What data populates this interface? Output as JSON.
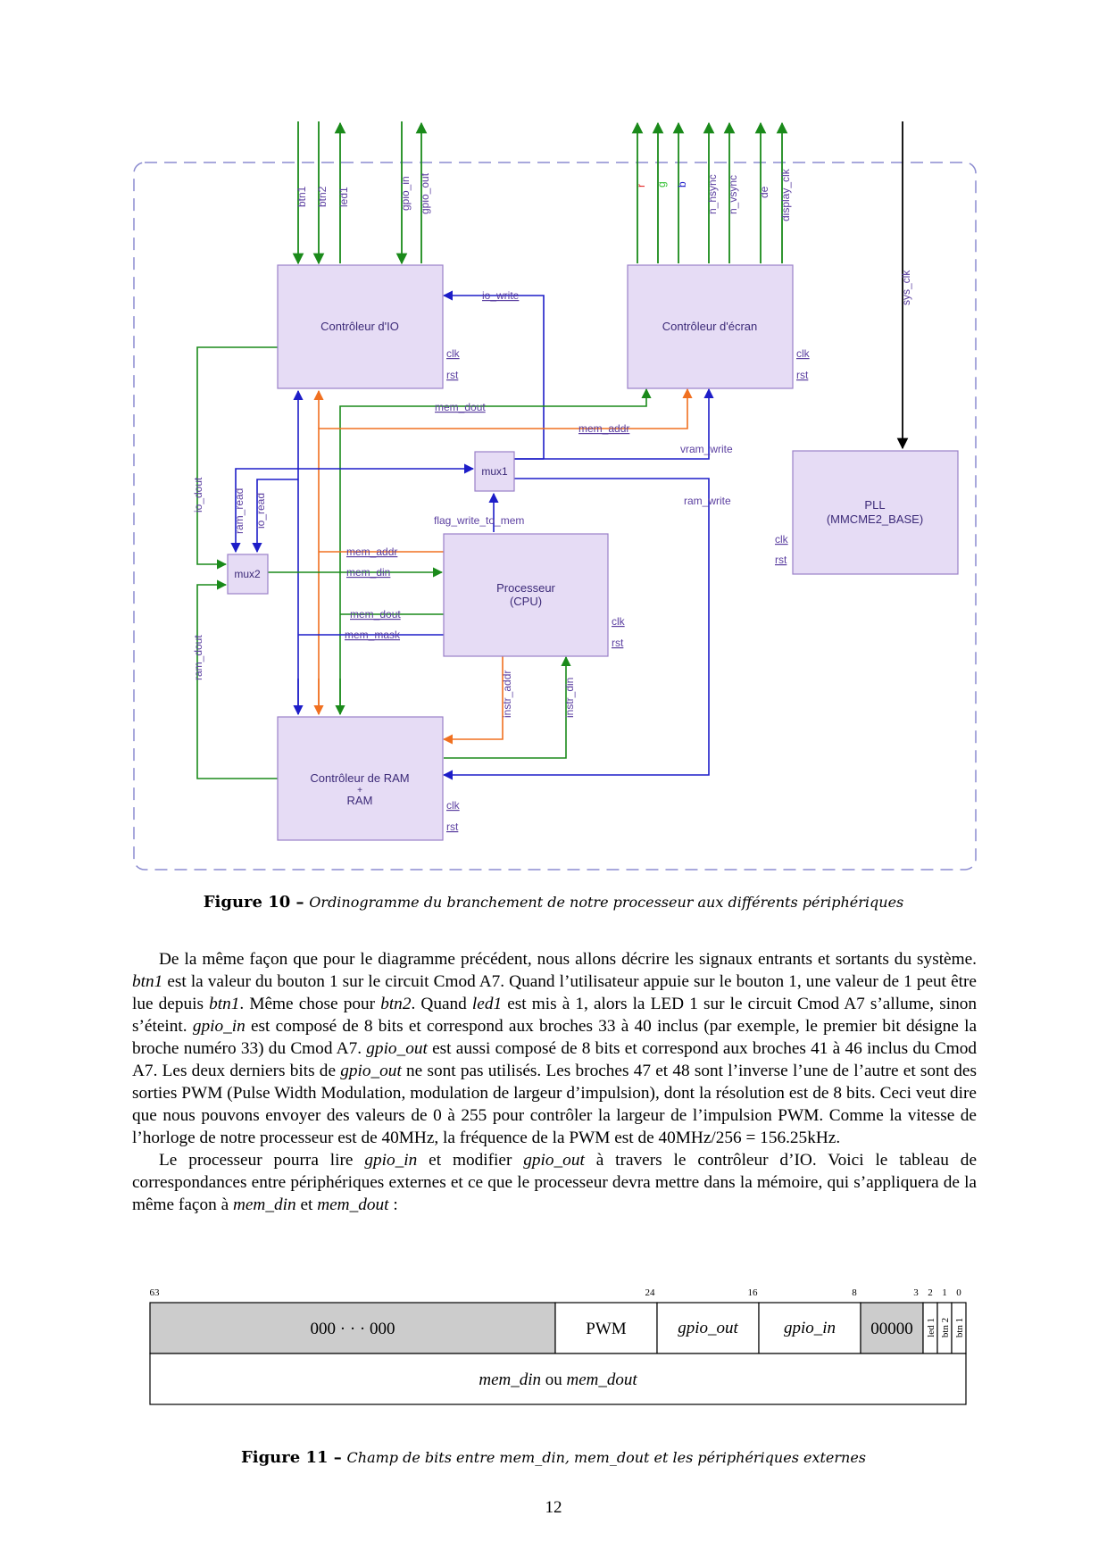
{
  "figure10": {
    "blocks": {
      "io_ctrl": "Contrôleur d'IO",
      "screen_ctrl": "Contrôleur d'écran",
      "pll_line1": "PLL",
      "pll_line2": "(MMCME2_BASE)",
      "cpu_line1": "Processeur",
      "cpu_line2": "(CPU)",
      "ram_line1": "Contrôleur de RAM",
      "ram_line2": "+",
      "ram_line3": "RAM",
      "mux1": "mux1",
      "mux2": "mux2"
    },
    "ports": {
      "clk": "clk",
      "rst": "rst"
    },
    "top_io_signals": [
      "btn1",
      "btn2",
      "led1",
      "gpio_in",
      "gpio_out"
    ],
    "top_screen_signals": [
      "r",
      "g",
      "b",
      "n_hsync",
      "n_vsync",
      "de",
      "display_clk"
    ],
    "signals": {
      "sys_clk": "sys_clk",
      "io_write": "io_write",
      "mem_dout": "mem_dout",
      "mem_addr": "mem_addr",
      "vram_write": "vram_write",
      "ram_write": "ram_write",
      "io_dout": "io_dout",
      "ram_read": "ram_read",
      "io_read": "io_read",
      "flag_write_to_mem": "flag_write_to_mem",
      "mem_din": "mem_din",
      "mem_mask": "mem_mask",
      "ram_dout": "ram_dout",
      "instr_addr": "instr_addr",
      "instr_din": "instr_din"
    },
    "colors": {
      "block_fill": "#e6dcf5",
      "block_stroke": "#9a80c8",
      "boundary": "#8c8cd0",
      "green": "#1a8a1a",
      "blue": "#1d1dc8",
      "orange": "#f07020",
      "black": "#000000",
      "red": "#e01010",
      "lightgreen": "#30c030"
    },
    "caption_label": "Figure 10 –",
    "caption_text": "Ordinogramme du branchement de notre processeur aux différents périphériques"
  },
  "paragraphs": [
    [
      {
        "t": "De la même façon que pour le diagramme précédent, nous allons décrire les signaux entrants et sortants du système. "
      },
      {
        "t": "btn1",
        "i": true
      },
      {
        "t": " est la valeur du bouton 1 sur le circuit Cmod A7. Quand l’utilisateur appuie sur le bouton 1, une valeur de 1 peut être lue depuis "
      },
      {
        "t": "btn1",
        "i": true
      },
      {
        "t": ". Même chose pour "
      },
      {
        "t": "btn2",
        "i": true
      },
      {
        "t": ". Quand "
      },
      {
        "t": "led1",
        "i": true
      },
      {
        "t": " est mis à 1, alors la LED 1 sur le circuit Cmod A7 s’allume, sinon s’éteint. "
      },
      {
        "t": "gpio_in",
        "i": true
      },
      {
        "t": " est composé de 8 bits et correspond aux broches 33 à 40 inclus (par exemple, le premier bit désigne la broche numéro 33) du Cmod A7. "
      },
      {
        "t": "gpio_out",
        "i": true
      },
      {
        "t": " est aussi composé de 8 bits et correspond aux broches 41 à 46 inclus du Cmod A7. Les deux derniers bits de "
      },
      {
        "t": "gpio_out",
        "i": true
      },
      {
        "t": " ne sont pas utilisés. Les broches 47 et 48 sont l’inverse l’une de l’autre et sont des sorties PWM (Pulse Width Modulation, modulation de largeur d’impulsion), dont la résolution est de 8 bits. Ceci veut dire que nous pouvons envoyer des valeurs de 0 à 255 pour contrôler la largeur de l’impulsion PWM. Comme la vitesse de l’horloge de notre processeur est de 40MHz, la fréquence de la PWM est de 40MHz/256 = 156.25kHz."
      }
    ],
    [
      {
        "t": "Le processeur pourra lire "
      },
      {
        "t": "gpio_in",
        "i": true
      },
      {
        "t": " et modifier "
      },
      {
        "t": "gpio_out",
        "i": true
      },
      {
        "t": " à travers le contrôleur d’IO. Voici le tableau de correspondances entre périphériques externes et ce que le processeur devra mettre dans la mémoire, qui s’appliquera de la même façon à "
      },
      {
        "t": "mem_din",
        "i": true
      },
      {
        "t": " et "
      },
      {
        "t": "mem_dout",
        "i": true
      },
      {
        "t": " :"
      }
    ]
  ],
  "figure11": {
    "bit_positions": [
      "63",
      "24",
      "16",
      "8",
      "3",
      "2",
      "1",
      "0"
    ],
    "fields": {
      "zeros": "000 · · · 000",
      "pwm": "PWM",
      "gpio_out": "gpio_out",
      "gpio_in": "gpio_in",
      "small_zeros": "00000",
      "led1": "led 1",
      "btn2": "btn 2",
      "btn1": "btn 1"
    },
    "bottom_row_parts": {
      "a": "mem_din",
      "b": " ou ",
      "c": "mem_dout"
    },
    "colors": {
      "gray": "#cccccc"
    },
    "caption_label": "Figure 11 –",
    "caption_text": "Champ de bits entre mem_din, mem_dout et les périphériques externes"
  },
  "page_number": "12"
}
